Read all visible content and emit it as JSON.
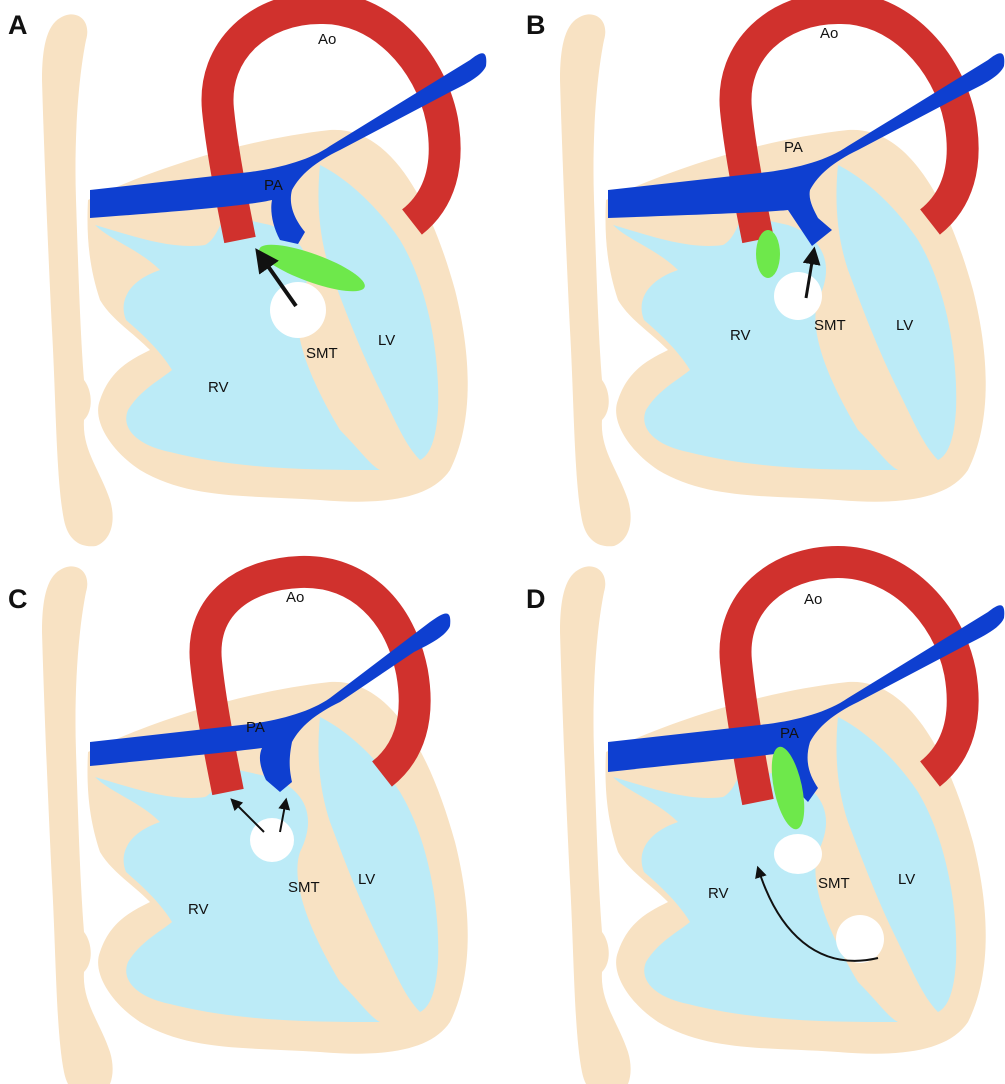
{
  "colors": {
    "tissue": "#f8e2c3",
    "chamber": "#bcebf7",
    "aorta": "#d0312d",
    "pulmonary_artery": "#0e3fd0",
    "green_structure": "#6ee84b",
    "defect": "#ffffff",
    "arrow": "#111111"
  },
  "panels": [
    {
      "letter": "A",
      "ao": "Ao",
      "pa": "PA",
      "rv": "RV",
      "lv": "LV",
      "smt": "SMT"
    },
    {
      "letter": "B",
      "ao": "Ao",
      "pa": "PA",
      "rv": "RV",
      "lv": "LV",
      "smt": "SMT"
    },
    {
      "letter": "C",
      "ao": "Ao",
      "pa": "PA",
      "rv": "RV",
      "lv": "LV",
      "smt": "SMT"
    },
    {
      "letter": "D",
      "ao": "Ao",
      "pa": "PA",
      "rv": "RV",
      "lv": "LV",
      "smt": "SMT"
    }
  ]
}
